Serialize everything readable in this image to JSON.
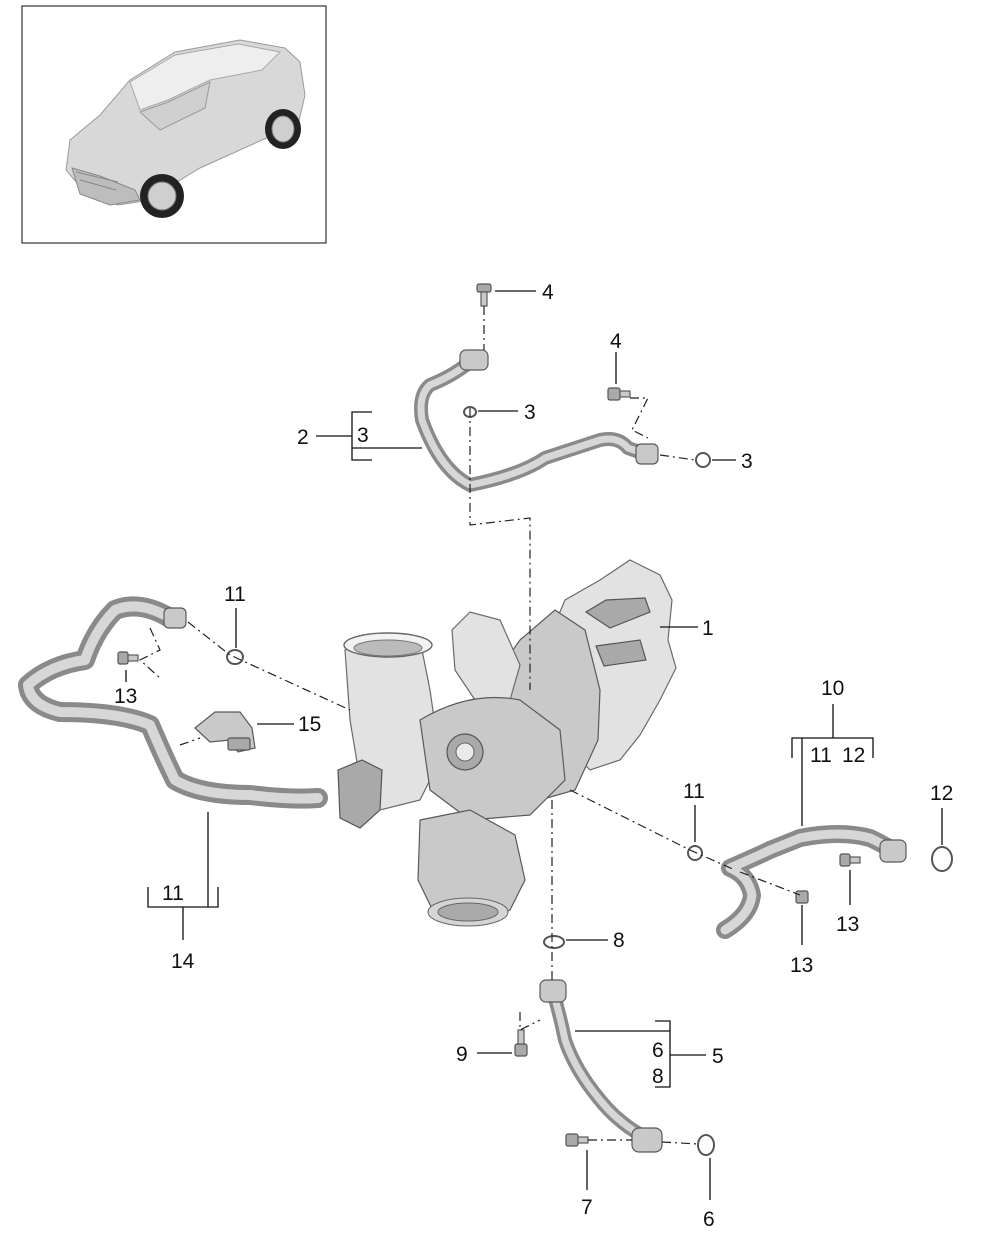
{
  "diagram": {
    "callouts": {
      "c1": "1",
      "c2": "2",
      "c2_bracket": "3",
      "c3_top": "3",
      "c3_right": "3",
      "c4_top": "4",
      "c4_right": "4",
      "c5": "5",
      "c5_bracket_a": "6",
      "c5_bracket_b": "8",
      "c6": "6",
      "c7": "7",
      "c8": "8",
      "c9": "9",
      "c10": "10",
      "c10_bracket_a": "11",
      "c10_bracket_b": "12",
      "c11_left": "11",
      "c11_right": "11",
      "c12": "12",
      "c13_left": "13",
      "c13_mid": "13",
      "c13_right": "13",
      "c14": "14",
      "c14_bracket": "11",
      "c15": "15"
    }
  }
}
